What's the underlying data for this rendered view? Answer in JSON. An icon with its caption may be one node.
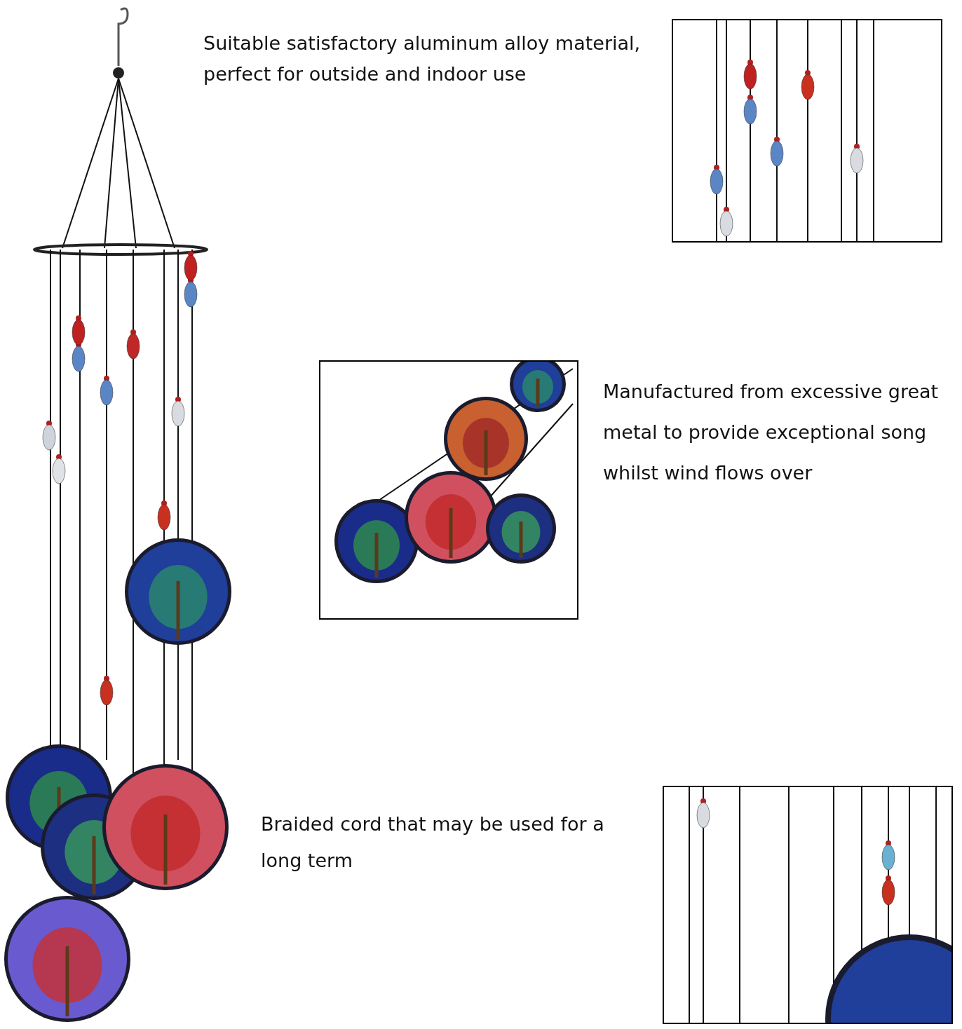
{
  "diagram": {
    "labels": [
      "Suitable satisfactory aluminum alloy material, perfect for outside and indoor use",
      "Manufactured from excessive great metal to provide exceptional song whilst wind flows over",
      "Braided cord that may be used for a long term"
    ]
  }
}
